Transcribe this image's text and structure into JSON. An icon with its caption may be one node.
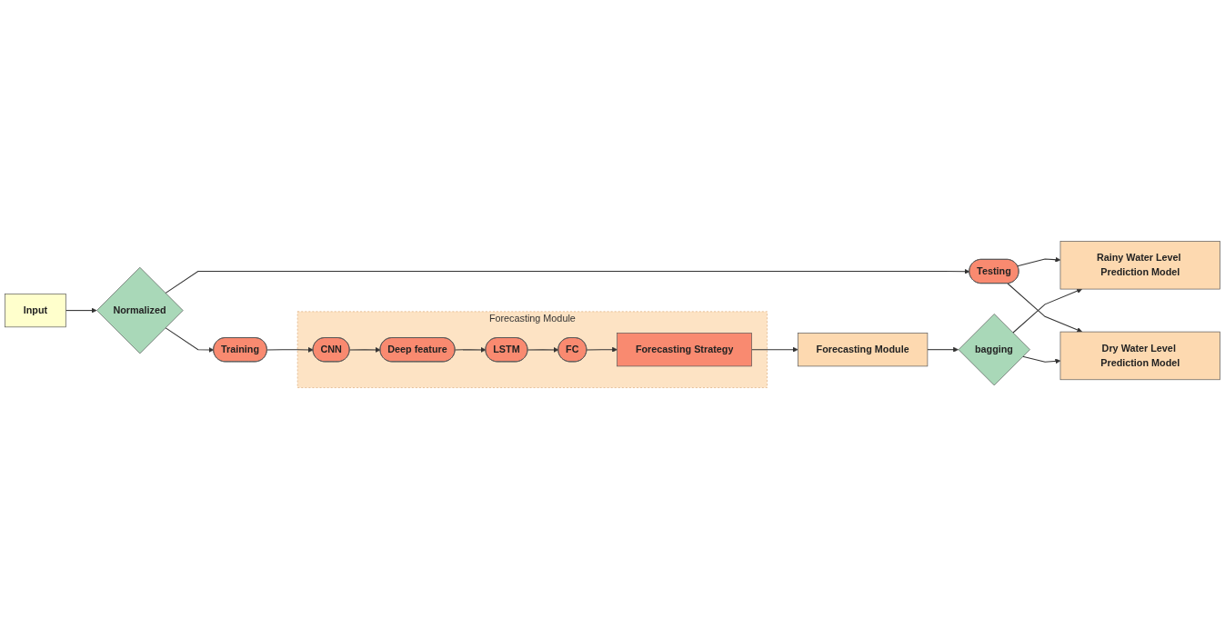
{
  "diagram": {
    "nodes": [
      {
        "text": [
          "Input"
        ]
      },
      {
        "text": [
          "Normalized"
        ]
      },
      {
        "text": [
          "Training"
        ]
      },
      {
        "text": [
          "Testing"
        ]
      },
      {
        "text": [
          "Forecasting Module"
        ]
      },
      {
        "text": [
          "CNN"
        ],
        "in": 4
      },
      {
        "text": [
          "Deep feature"
        ],
        "in": 4
      },
      {
        "text": [
          "LSTM"
        ],
        "in": 4
      },
      {
        "text": [
          "FC"
        ],
        "in": 4
      },
      {
        "text": [
          "Forecasting Strategy"
        ],
        "in": 4
      },
      {
        "text": [
          "Forecasting Module"
        ]
      },
      {
        "text": [
          "bagging"
        ]
      },
      {
        "text": [
          "Rainy Water Level Prediction Model"
        ]
      },
      {
        "text": [
          "Dry Water Level Prediction Model"
        ]
      }
    ],
    "edges": [
      {
        "from": 0,
        "to": 1,
        "arrow": "to"
      },
      {
        "from": 1,
        "to": 2,
        "arrow": "to"
      },
      {
        "from": 1,
        "to": 3,
        "arrow": "to"
      },
      {
        "from": 2,
        "to": 5,
        "arrow": "to"
      },
      {
        "from": 5,
        "to": 6,
        "arrow": "to"
      },
      {
        "from": 6,
        "to": 7,
        "arrow": "to"
      },
      {
        "from": 7,
        "to": 8,
        "arrow": "to"
      },
      {
        "from": 8,
        "to": 9,
        "arrow": "to"
      },
      {
        "from": 9,
        "to": 10,
        "arrow": "to"
      },
      {
        "from": 10,
        "to": 11,
        "arrow": "to"
      },
      {
        "from": 3,
        "to": 12,
        "arrow": "to"
      },
      {
        "from": 3,
        "to": 13,
        "arrow": "to"
      },
      {
        "from": 11,
        "to": 12,
        "arrow": "to"
      },
      {
        "from": 11,
        "to": 13,
        "arrow": "to"
      }
    ]
  }
}
